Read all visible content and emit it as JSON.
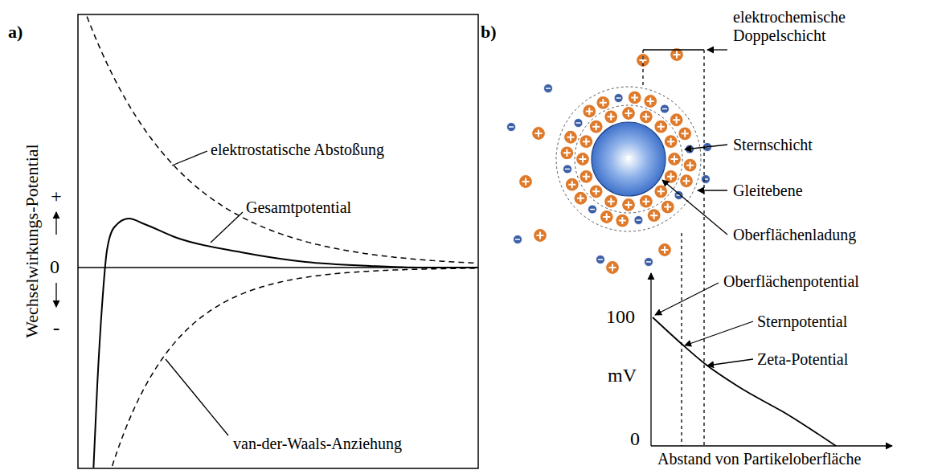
{
  "diagram": {
    "labels": [
      "a)",
      "b)",
      "Wechselwirkungs-Potential",
      "+",
      "0",
      "-",
      "elektrostatische Abstoßung",
      "Gesamtpotential",
      "van-der-Waals-Anziehung",
      "elektrochemische Doppelschicht",
      "Sternschicht",
      "Gleitebene",
      "Oberflächenladung",
      "-",
      "Oberflächenpotential",
      "Sternpotential",
      "Zeta-Potential",
      "100",
      "mV",
      "0",
      "Abstand von Partikeloberfläche"
    ]
  }
}
